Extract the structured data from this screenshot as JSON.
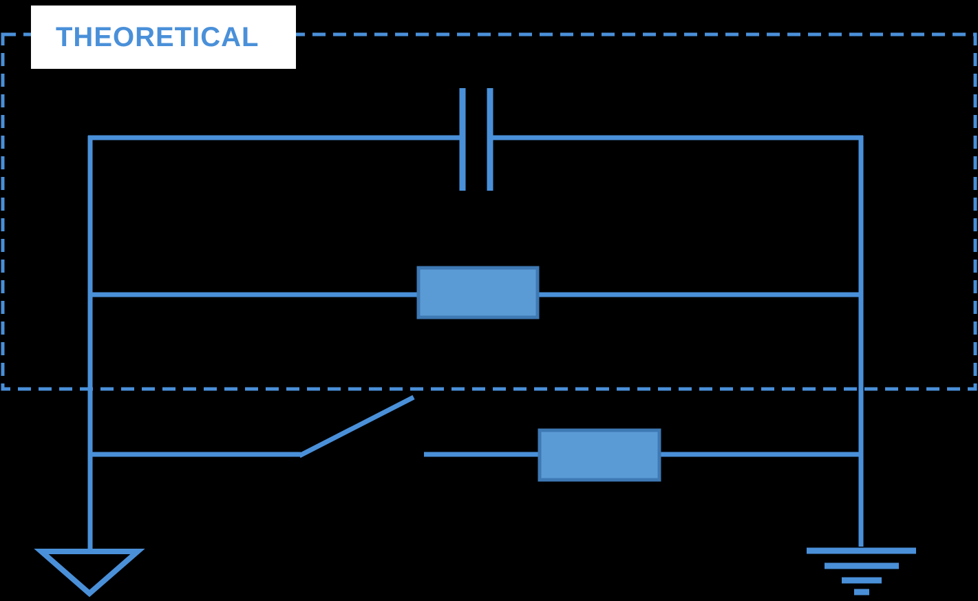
{
  "label": {
    "title": "THEORETICAL"
  },
  "colors": {
    "background": "#000000",
    "line": "#4a90d9",
    "resistor_fill": "#5b9bd5",
    "resistor_border": "#3e79b4",
    "label_bg": "#ffffff",
    "title_color": "#4a90d9"
  },
  "components": [
    {
      "name": "dashed-boundary",
      "type": "region-border"
    },
    {
      "name": "capacitor",
      "type": "capacitor"
    },
    {
      "name": "resistor-top",
      "type": "resistor"
    },
    {
      "name": "switch",
      "type": "switch-open"
    },
    {
      "name": "resistor-bottom",
      "type": "resistor"
    },
    {
      "name": "ground-left",
      "type": "ground-triangle"
    },
    {
      "name": "ground-right",
      "type": "ground-bars"
    }
  ]
}
